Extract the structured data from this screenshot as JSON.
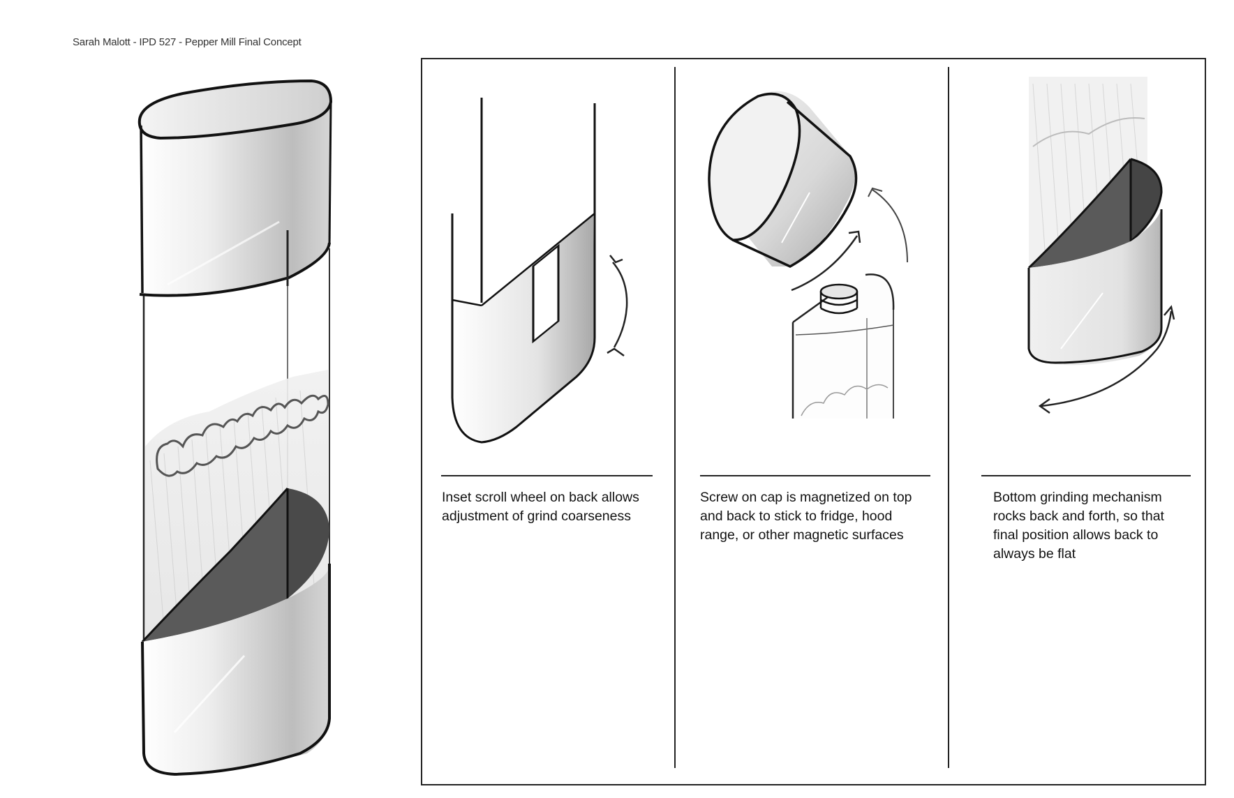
{
  "header": {
    "title": "Sarah Malott - IPD 527 - Pepper Mill Final Concept"
  },
  "panels": [
    {
      "id": "scroll-wheel",
      "caption": "Inset scroll wheel on back allows adjustment of grind coarseness"
    },
    {
      "id": "magnetic-cap",
      "caption": "Screw on cap is magnetized on top and back to stick to fridge, hood range, or other magnetic surfaces"
    },
    {
      "id": "grinding-mechanism",
      "caption": "Bottom grinding mechanism rocks back and forth, so that final position allows back to always be flat"
    }
  ],
  "colors": {
    "ink": "#111111",
    "shade_dark": "#5a5a5a",
    "shade_mid": "#9a9a9a",
    "shade_light": "#e8e8e8"
  }
}
